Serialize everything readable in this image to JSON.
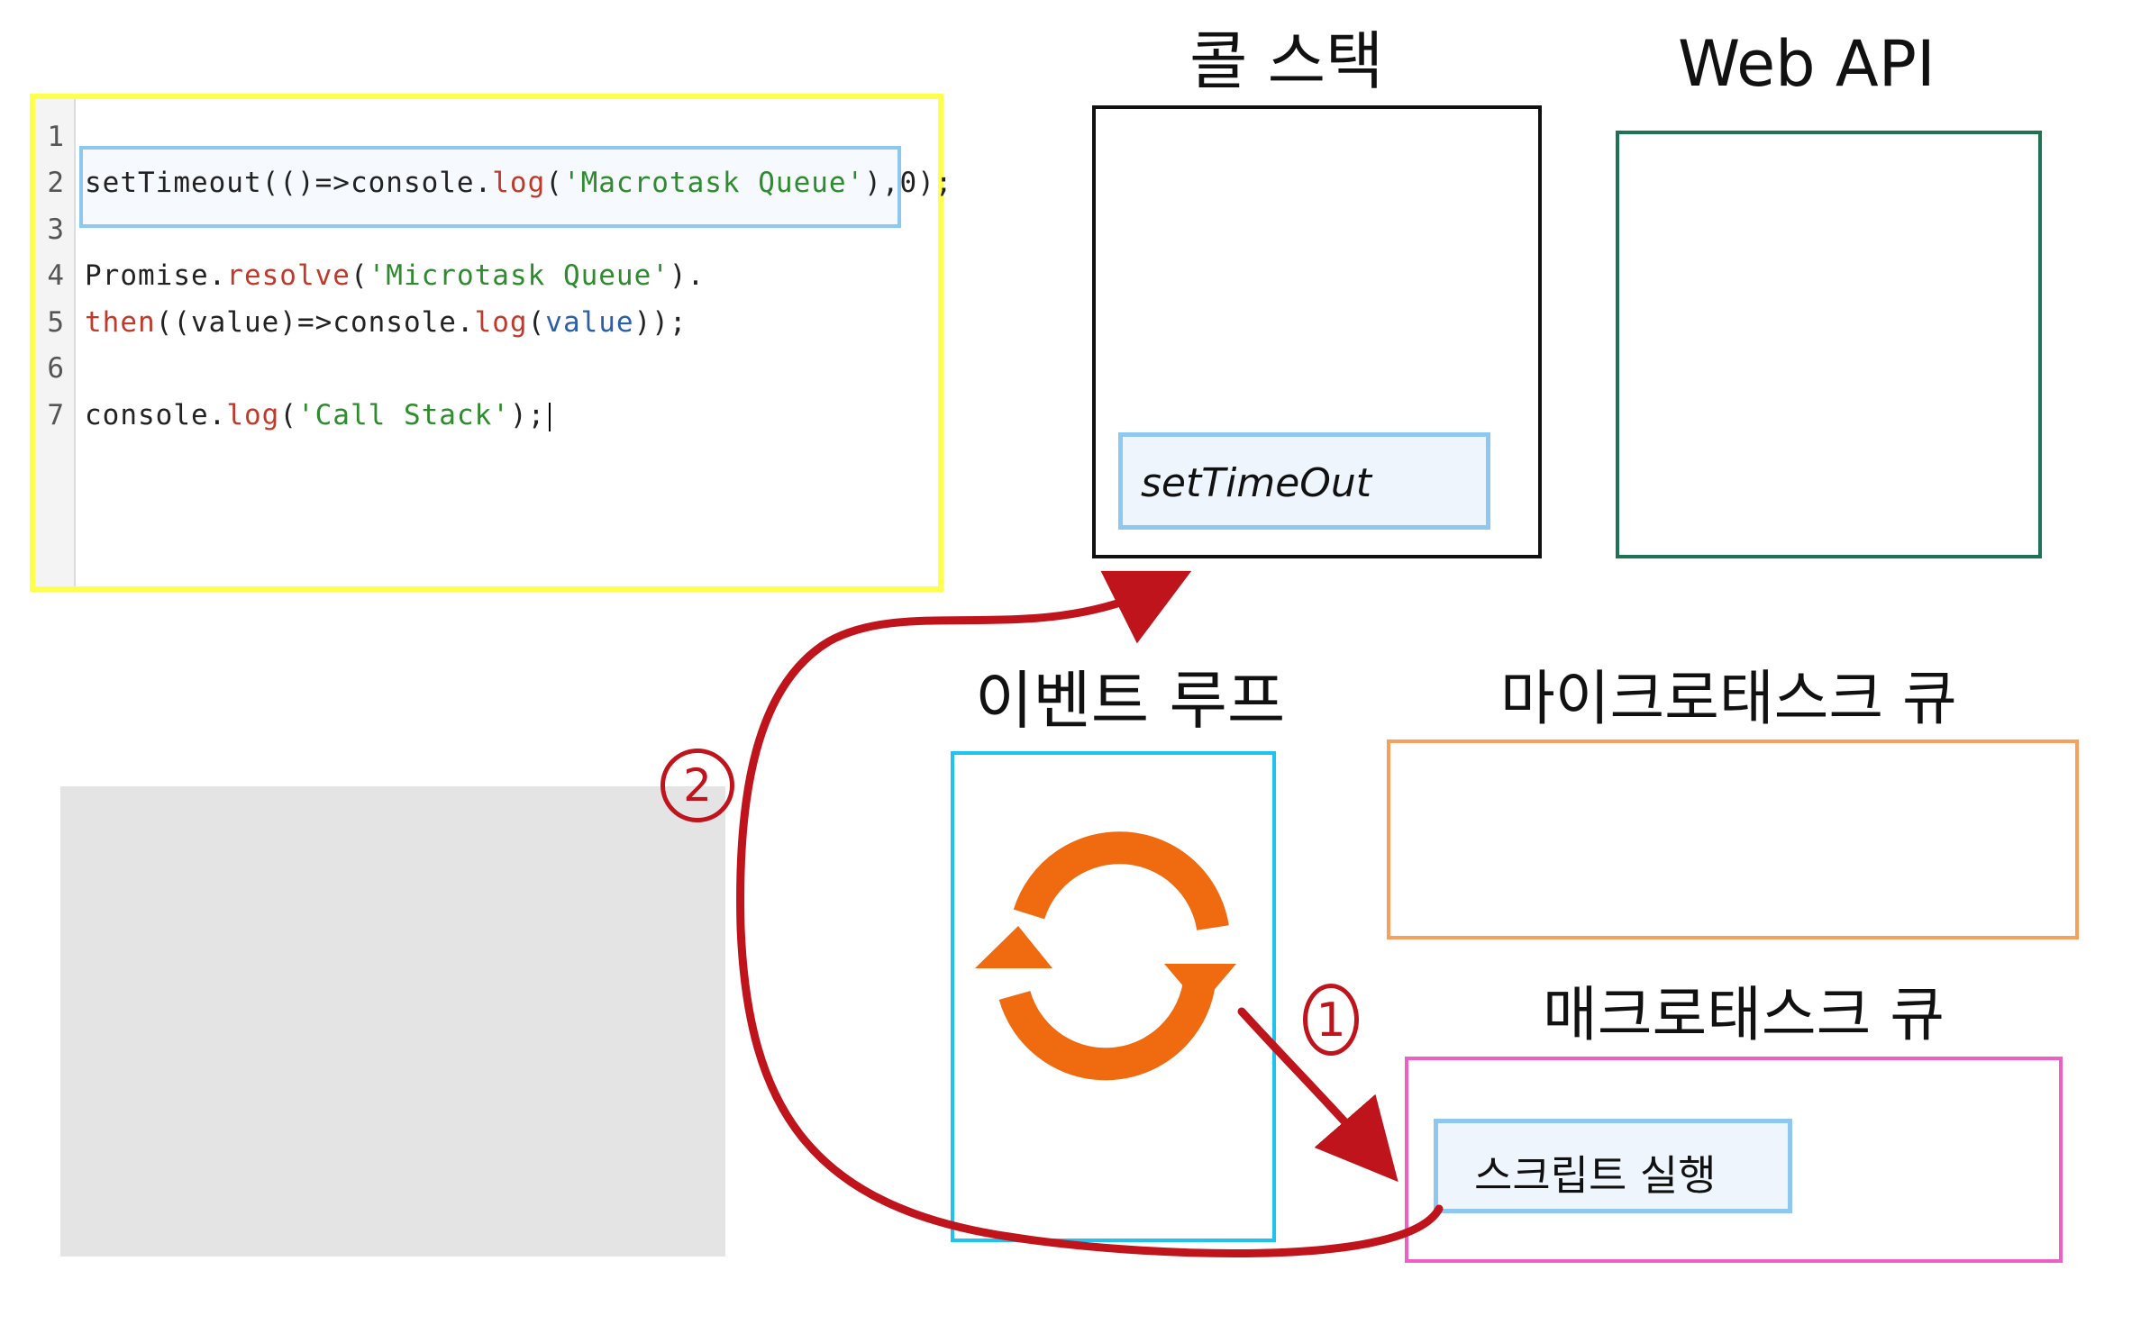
{
  "code_editor": {
    "line_numbers": [
      "1",
      "2",
      "3",
      "4",
      "5",
      "6",
      "7"
    ],
    "lines": [
      "",
      "setTimeout(()=>console.log('Macrotask Queue'),0);",
      "",
      "Promise.resolve('Microtask Queue').",
      "then((value)=>console.log(value));",
      "",
      "console.log('Call Stack');"
    ]
  },
  "titles": {
    "call_stack": "콜 스택",
    "web_api": "Web API",
    "event_loop": "이벤트 루프",
    "microtask_queue": "마이크로태스크 큐",
    "macrotask_queue": "매크로태스크 큐"
  },
  "call_stack": {
    "items": [
      "setTimeOut"
    ]
  },
  "macrotask_queue": {
    "items": [
      "스크립트 실행"
    ]
  },
  "steps": {
    "one": "1",
    "two": "2"
  },
  "colors": {
    "code_panel_border": "#ffff4d",
    "call_stack_border": "#111111",
    "web_api_border": "#1f7355",
    "event_loop_border": "#1fc2f0",
    "microtask_border": "#f7a05e",
    "macrotask_border": "#ef5ec2",
    "task_border": "#8ec8f0",
    "arrow": "#c0141c",
    "loop_icon": "#f06a10"
  },
  "icons": {
    "event_loop": "refresh-cycle-icon"
  }
}
